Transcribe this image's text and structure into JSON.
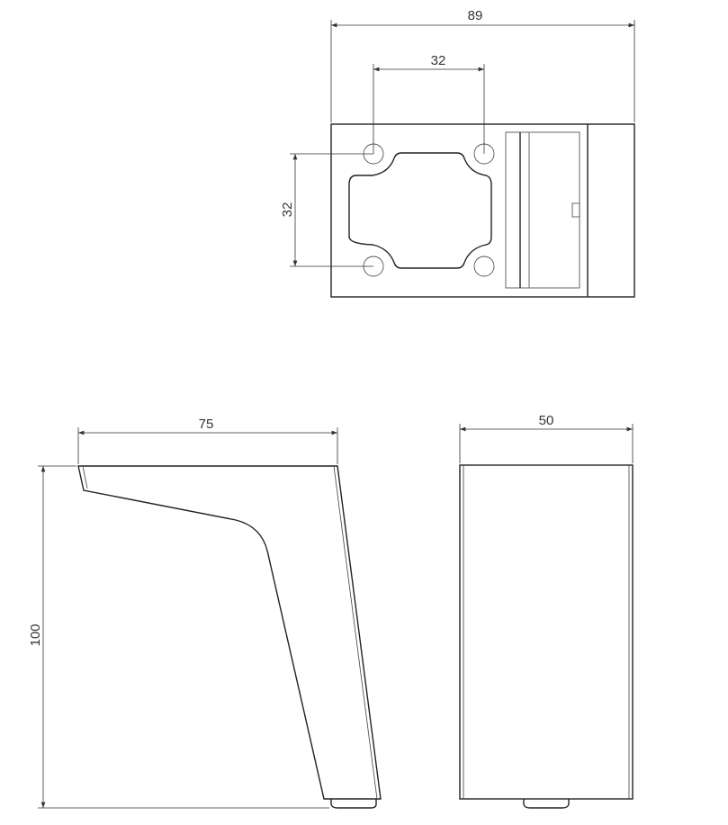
{
  "drawing": {
    "top_view": {
      "overall_width": "89",
      "hole_spacing_x": "32",
      "hole_spacing_y": "32"
    },
    "side_view": {
      "depth": "75",
      "height": "100"
    },
    "front_view": {
      "width": "50"
    }
  }
}
